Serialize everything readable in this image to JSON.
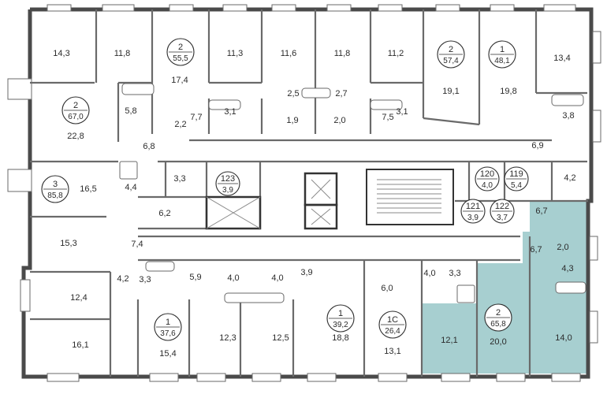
{
  "highlight_color": "#a7cfd0",
  "wall_color": "#4a4a4a",
  "room_labels": [
    {
      "id": "r1",
      "text": "14,3"
    },
    {
      "id": "r2",
      "text": "11,8"
    },
    {
      "id": "r3",
      "text": "17,4"
    },
    {
      "id": "r4",
      "text": "11,3"
    },
    {
      "id": "r5",
      "text": "11,6"
    },
    {
      "id": "r6",
      "text": "11,8"
    },
    {
      "id": "r7",
      "text": "11,2"
    },
    {
      "id": "r8",
      "text": "19,1"
    },
    {
      "id": "r9",
      "text": "19,8"
    },
    {
      "id": "r10",
      "text": "13,4"
    },
    {
      "id": "r11",
      "text": "22,8"
    },
    {
      "id": "r12",
      "text": "5,8"
    },
    {
      "id": "r13",
      "text": "2,2"
    },
    {
      "id": "r14",
      "text": "6,8"
    },
    {
      "id": "r15",
      "text": "3,1"
    },
    {
      "id": "r16",
      "text": "7,7"
    },
    {
      "id": "r17",
      "text": "2,5"
    },
    {
      "id": "r18",
      "text": "1,9"
    },
    {
      "id": "r19",
      "text": "2,7"
    },
    {
      "id": "r20",
      "text": "2,0"
    },
    {
      "id": "r21",
      "text": "7,5"
    },
    {
      "id": "r22",
      "text": "3,1"
    },
    {
      "id": "r23",
      "text": "3,8"
    },
    {
      "id": "r24",
      "text": "6,9"
    },
    {
      "id": "r25",
      "text": "16,5"
    },
    {
      "id": "r26",
      "text": "4,4"
    },
    {
      "id": "r27",
      "text": "3,3"
    },
    {
      "id": "r28",
      "text": "4,2"
    },
    {
      "id": "r29",
      "text": "6,2"
    },
    {
      "id": "r30",
      "text": "15,3"
    },
    {
      "id": "r31",
      "text": "7,4"
    },
    {
      "id": "r32",
      "text": "6,7"
    },
    {
      "id": "r33",
      "text": "6,7"
    },
    {
      "id": "r34",
      "text": "2,0"
    },
    {
      "id": "r35",
      "text": "4,3"
    },
    {
      "id": "r36",
      "text": "4,2"
    },
    {
      "id": "r37",
      "text": "3,3"
    },
    {
      "id": "r38",
      "text": "5,9"
    },
    {
      "id": "r39",
      "text": "4,0"
    },
    {
      "id": "r40",
      "text": "4,0"
    },
    {
      "id": "r41",
      "text": "3,9"
    },
    {
      "id": "r42",
      "text": "6,0"
    },
    {
      "id": "r43",
      "text": "4,0"
    },
    {
      "id": "r44",
      "text": "3,3"
    },
    {
      "id": "r45",
      "text": "12,4"
    },
    {
      "id": "r46",
      "text": "16,1"
    },
    {
      "id": "r47",
      "text": "15,4"
    },
    {
      "id": "r48",
      "text": "12,3"
    },
    {
      "id": "r49",
      "text": "12,5"
    },
    {
      "id": "r50",
      "text": "18,8"
    },
    {
      "id": "r51",
      "text": "13,1"
    },
    {
      "id": "r52",
      "text": "12,1"
    },
    {
      "id": "r53",
      "text": "20,0"
    },
    {
      "id": "r54",
      "text": "14,0"
    }
  ],
  "apartments": [
    {
      "id": "a1",
      "number": "2",
      "area": "55,5"
    },
    {
      "id": "a2",
      "number": "2",
      "area": "57,4"
    },
    {
      "id": "a3",
      "number": "1",
      "area": "48,1"
    },
    {
      "id": "a4",
      "number": "2",
      "area": "67,0"
    },
    {
      "id": "a5",
      "number": "3",
      "area": "85,8"
    },
    {
      "id": "a6",
      "number": "1",
      "area": "37,6"
    },
    {
      "id": "a7",
      "number": "1",
      "area": "39,2"
    },
    {
      "id": "a8",
      "number": "1С",
      "area": "26,4"
    },
    {
      "id": "a9",
      "number": "2",
      "area": "65,8"
    }
  ],
  "service_rooms": [
    {
      "id": "s1",
      "number": "123",
      "area": "3,9"
    },
    {
      "id": "s2",
      "number": "120",
      "area": "4,0"
    },
    {
      "id": "s3",
      "number": "119",
      "area": "5,4"
    },
    {
      "id": "s4",
      "number": "121",
      "area": "3,9"
    },
    {
      "id": "s5",
      "number": "122",
      "area": "3,7"
    }
  ]
}
